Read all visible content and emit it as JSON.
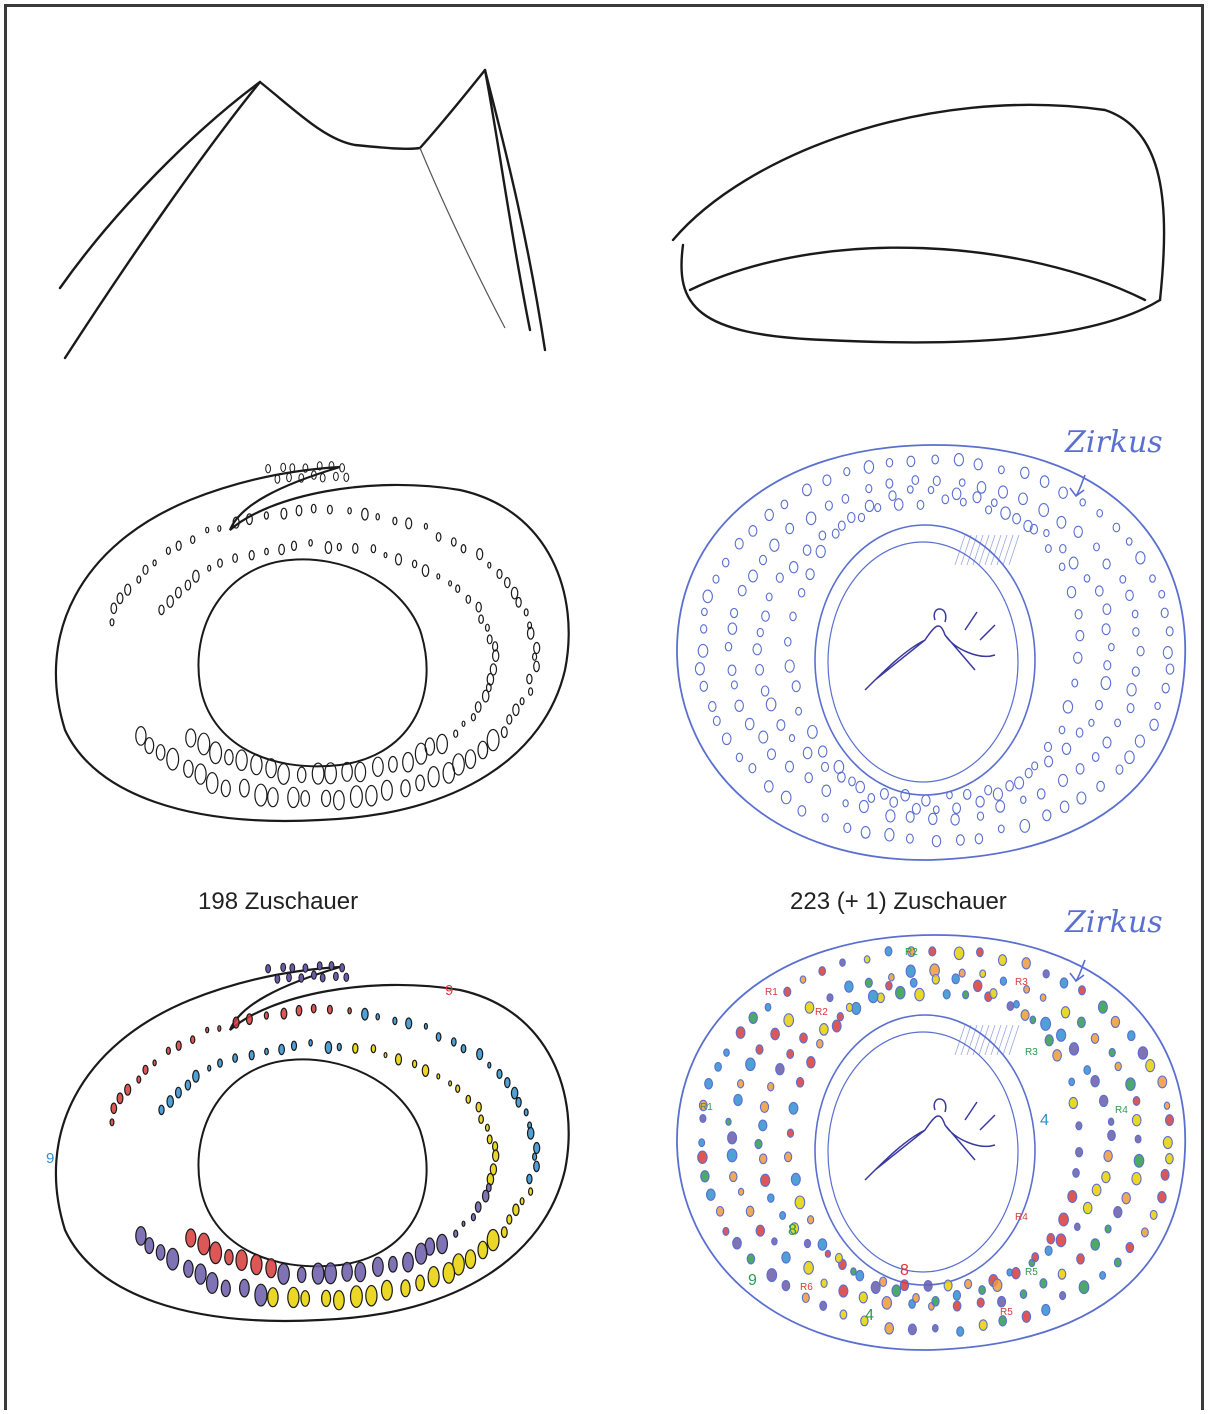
{
  "captions": {
    "left": "198 Zuschauer",
    "right": "223 (+ 1) Zuschauer"
  },
  "annotations": {
    "zirkus_top": "Zirkus",
    "zirkus_bottom": "Zirkus"
  },
  "labels_left": {
    "nine_red": "9",
    "nine_blue": "9"
  },
  "labels_right": [
    {
      "text": "R2",
      "color": "#2e9a4e"
    },
    {
      "text": "R1",
      "color": "#d83a3a"
    },
    {
      "text": "R3",
      "color": "#d83a3a"
    },
    {
      "text": "R2",
      "color": "#d83a3a"
    },
    {
      "text": "R3",
      "color": "#2e9a4e"
    },
    {
      "text": "R1",
      "color": "#2e9a4e"
    },
    {
      "text": "4",
      "color": "#2f8fd0"
    },
    {
      "text": "R4",
      "color": "#2e9a4e"
    },
    {
      "text": "R4",
      "color": "#d83a3a"
    },
    {
      "text": "8",
      "color": "#2e9a4e"
    },
    {
      "text": "R5",
      "color": "#2e9a4e"
    },
    {
      "text": "9",
      "color": "#2e9a4e"
    },
    {
      "text": "R6",
      "color": "#d83a3a"
    },
    {
      "text": "8",
      "color": "#d83a3a"
    },
    {
      "text": "R5",
      "color": "#d83a3a"
    },
    {
      "text": "4",
      "color": "#2e9a4e"
    }
  ],
  "colors": {
    "ink_black": "#1a1a1a",
    "ink_blue": "#5a6fd0",
    "red": "#d83a3a",
    "blue": "#2f8fd0",
    "yellow": "#e8d000",
    "purple": "#6a5aa8",
    "green": "#2e9a4e",
    "orange": "#ef9a3a"
  }
}
